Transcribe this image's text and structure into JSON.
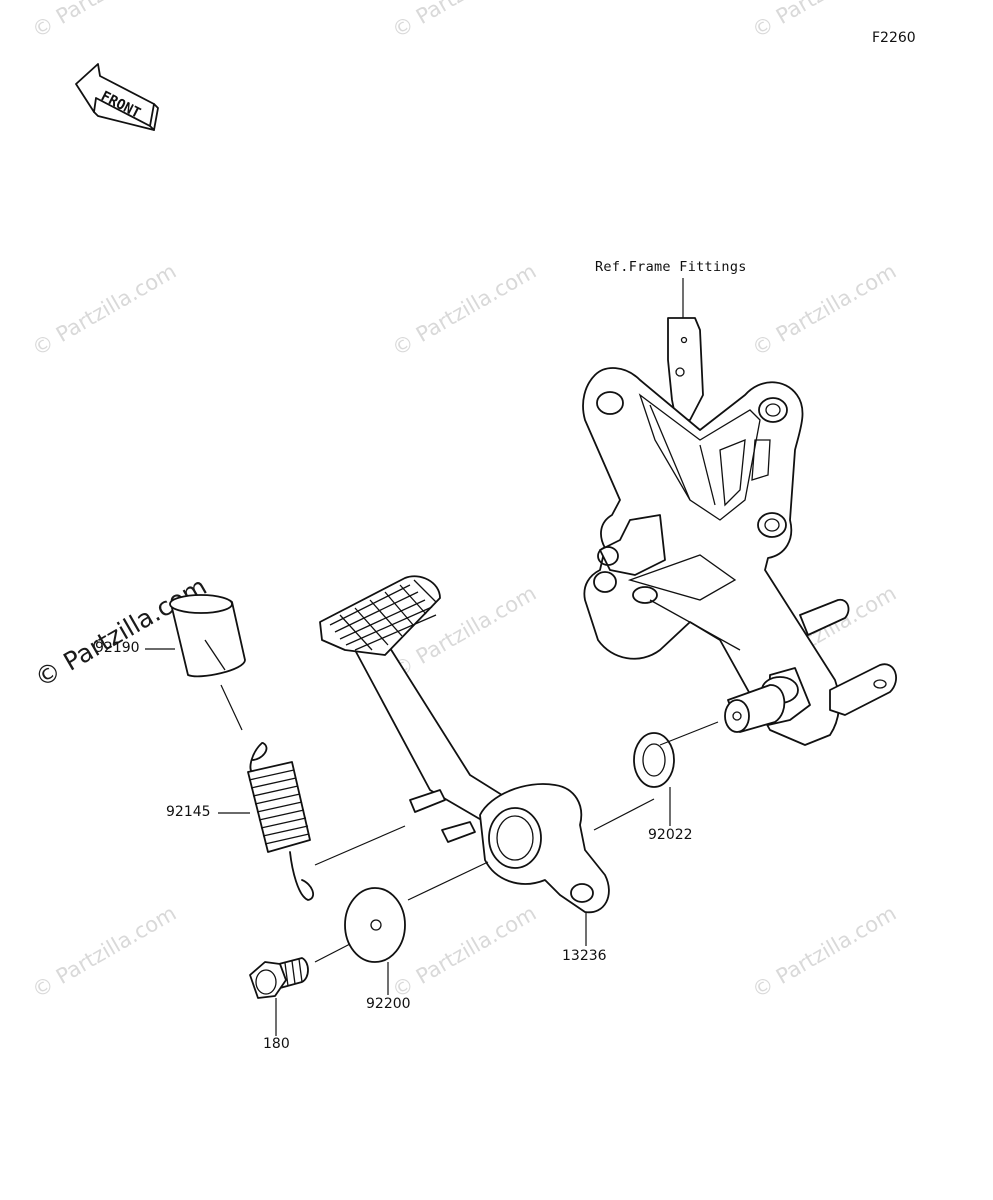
{
  "diagram_code": "F2260",
  "front_arrow": {
    "text": "FRONT"
  },
  "reference": "Ref.Frame Fittings",
  "watermark": "© Partzilla.com",
  "parts": [
    {
      "number": "92190"
    },
    {
      "number": "92145"
    },
    {
      "number": "92022"
    },
    {
      "number": "13236"
    },
    {
      "number": "92200"
    },
    {
      "number": "180"
    }
  ]
}
